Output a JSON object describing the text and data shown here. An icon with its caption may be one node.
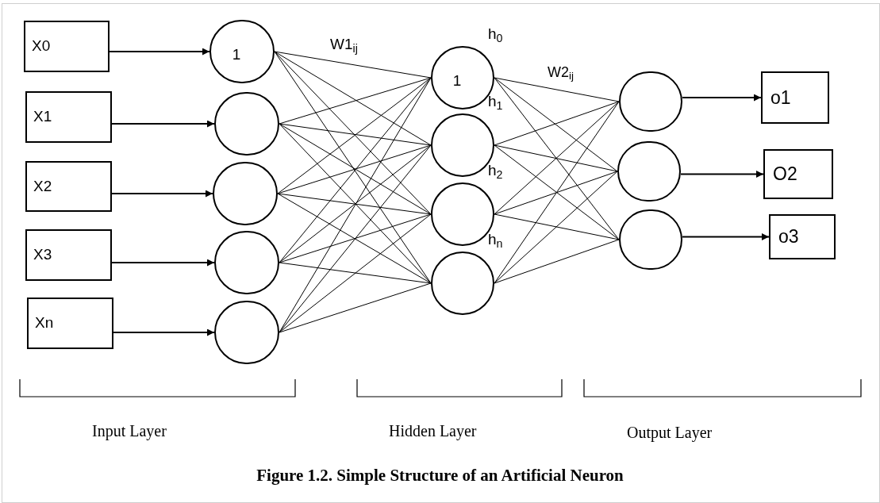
{
  "diagram": {
    "caption": "Figure 1.2. Simple Structure of an Artificial Neuron",
    "nodes": [
      {
        "text": [
          "X0"
        ]
      },
      {
        "text": [
          "X1"
        ]
      },
      {
        "text": [
          "X2"
        ]
      },
      {
        "text": [
          "X3"
        ]
      },
      {
        "text": [
          "Xn"
        ]
      },
      {
        "text": [
          "1"
        ]
      },
      {
        "text": [],
        "shape": "circle"
      },
      {
        "text": [],
        "shape": "circle"
      },
      {
        "text": [],
        "shape": "circle"
      },
      {
        "text": [],
        "shape": "circle"
      },
      {
        "text": [
          "1"
        ],
        "beside": [
          "h$_{0}$"
        ]
      },
      {
        "text": [],
        "shape": "circle",
        "beside": [
          "h$_{1}$"
        ]
      },
      {
        "text": [],
        "shape": "circle",
        "beside": [
          "h$_{2}$"
        ]
      },
      {
        "text": [],
        "shape": "circle",
        "beside": [
          "h$_{n}$"
        ]
      },
      {
        "text": [],
        "shape": "circle"
      },
      {
        "text": [],
        "shape": "circle"
      },
      {
        "text": [],
        "shape": "circle"
      },
      {
        "text": [
          "o1"
        ]
      },
      {
        "text": [
          "O2"
        ]
      },
      {
        "text": [
          "o3"
        ]
      }
    ],
    "edges": [
      {
        "from": 0,
        "to": 5,
        "arrow": "to"
      },
      {
        "from": 1,
        "to": 6,
        "arrow": "to"
      },
      {
        "from": 2,
        "to": 7,
        "arrow": "to"
      },
      {
        "from": 3,
        "to": 8,
        "arrow": "to"
      },
      {
        "from": 4,
        "to": 9,
        "arrow": "to"
      },
      {
        "from": 5,
        "to": 10,
        "arrow": "none"
      },
      {
        "from": 5,
        "to": 11,
        "arrow": "none"
      },
      {
        "from": 5,
        "to": 12,
        "arrow": "none"
      },
      {
        "from": 5,
        "to": 13,
        "arrow": "none"
      },
      {
        "from": 6,
        "to": 10,
        "arrow": "none"
      },
      {
        "from": 6,
        "to": 11,
        "arrow": "none"
      },
      {
        "from": 6,
        "to": 12,
        "arrow": "none"
      },
      {
        "from": 6,
        "to": 13,
        "arrow": "none"
      },
      {
        "from": 7,
        "to": 10,
        "arrow": "none"
      },
      {
        "from": 7,
        "to": 11,
        "arrow": "none"
      },
      {
        "from": 7,
        "to": 12,
        "arrow": "none"
      },
      {
        "from": 7,
        "to": 13,
        "arrow": "none"
      },
      {
        "from": 8,
        "to": 10,
        "arrow": "none"
      },
      {
        "from": 8,
        "to": 11,
        "arrow": "none"
      },
      {
        "from": 8,
        "to": 12,
        "arrow": "none"
      },
      {
        "from": 8,
        "to": 13,
        "arrow": "none"
      },
      {
        "from": 9,
        "to": 10,
        "arrow": "none"
      },
      {
        "from": 9,
        "to": 11,
        "arrow": "none"
      },
      {
        "from": 9,
        "to": 12,
        "arrow": "none"
      },
      {
        "from": 9,
        "to": 13,
        "arrow": "none"
      },
      {
        "from": 10,
        "to": 14,
        "arrow": "none"
      },
      {
        "from": 10,
        "to": 15,
        "arrow": "none"
      },
      {
        "from": 10,
        "to": 16,
        "arrow": "none"
      },
      {
        "from": 11,
        "to": 14,
        "arrow": "none"
      },
      {
        "from": 11,
        "to": 15,
        "arrow": "none"
      },
      {
        "from": 11,
        "to": 16,
        "arrow": "none"
      },
      {
        "from": 12,
        "to": 14,
        "arrow": "none"
      },
      {
        "from": 12,
        "to": 15,
        "arrow": "none"
      },
      {
        "from": 12,
        "to": 16,
        "arrow": "none"
      },
      {
        "from": 13,
        "to": 14,
        "arrow": "none"
      },
      {
        "from": 13,
        "to": 15,
        "arrow": "none"
      },
      {
        "from": 13,
        "to": 16,
        "arrow": "none"
      },
      {
        "from": 14,
        "to": 17,
        "arrow": "to"
      },
      {
        "from": 15,
        "to": 18,
        "arrow": "to"
      },
      {
        "from": 16,
        "to": 19,
        "arrow": "to"
      }
    ],
    "labels": [
      "W1$_{ij}$",
      "W2$_{ij}$",
      "Input Layer",
      "Hidden Layer",
      "Output Layer"
    ]
  }
}
